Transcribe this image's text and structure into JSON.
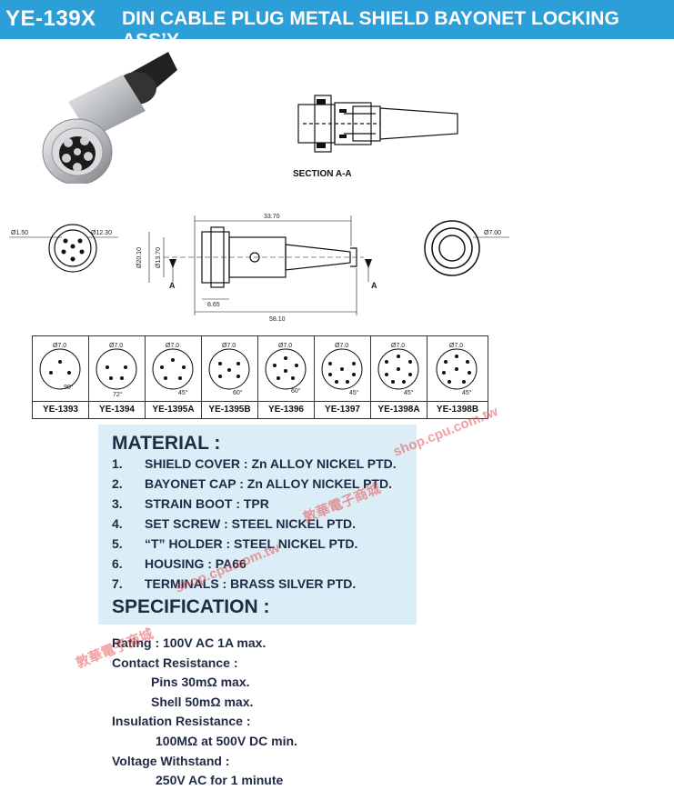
{
  "header": {
    "model": "YE-139X",
    "title": "DIN CABLE PLUG METAL SHIELD BAYONET LOCKING ASS’Y"
  },
  "drawing": {
    "section_label": "SECTION A-A",
    "dims": {
      "pin_dia": "Ø1.50",
      "body_dia": "Ø12.30",
      "length_top": "33.70",
      "dia_big": "Ø20.10",
      "dia_mid": "Ø13.70",
      "len_small": "8.65",
      "len_total": "58.10",
      "cable_dia": "Ø7.00",
      "section_a": "A"
    }
  },
  "pinouts": [
    {
      "label": "YE-1393",
      "pins": 3,
      "angle": "90°"
    },
    {
      "label": "YE-1394",
      "pins": 4,
      "angle": "72°"
    },
    {
      "label": "YE-1395A",
      "pins": 5,
      "angle": "45°"
    },
    {
      "label": "YE-1395B",
      "pins": 5,
      "angle": "60°"
    },
    {
      "label": "YE-1396",
      "pins": 6,
      "angle": "60°"
    },
    {
      "label": "YE-1397",
      "pins": 7,
      "angle": "45°"
    },
    {
      "label": "YE-1398A",
      "pins": 8,
      "angle": "45°"
    },
    {
      "label": "YE-1398B",
      "pins": 8,
      "angle": "45°"
    }
  ],
  "pin_circle": "Ø7.0",
  "material": {
    "title": "MATERIAL :",
    "items": [
      {
        "num": "1.",
        "text": "SHIELD COVER : Zn ALLOY NICKEL PTD."
      },
      {
        "num": "2.",
        "text": "BAYONET CAP : Zn ALLOY NICKEL PTD."
      },
      {
        "num": "3.",
        "text": "STRAIN BOOT : TPR"
      },
      {
        "num": "4.",
        "text": "SET SCREW : STEEL NICKEL PTD."
      },
      {
        "num": "5.",
        "text": "“T” HOLDER : STEEL NICKEL PTD."
      },
      {
        "num": "6.",
        "text": "HOUSING : PA66"
      },
      {
        "num": "7.",
        "text": "TERMINALS : BRASS SILVER PTD."
      }
    ]
  },
  "spec": {
    "title": "SPECIFICATION :",
    "rating": "Rating :  100V AC 1A max.",
    "contact": "Contact  Resistance :",
    "pins": "Pins  30mΩ max.",
    "shell": "Shell 50mΩ max.",
    "insulation": "Insulation Resistance :",
    "insulation_val": "100MΩ at 500V DC min.",
    "voltage": "Voltage Withstand :",
    "voltage_val": "250V AC for 1 minute"
  },
  "watermark": {
    "url": "shop.cpu.com.tw",
    "zh": "敦華電子商城"
  }
}
